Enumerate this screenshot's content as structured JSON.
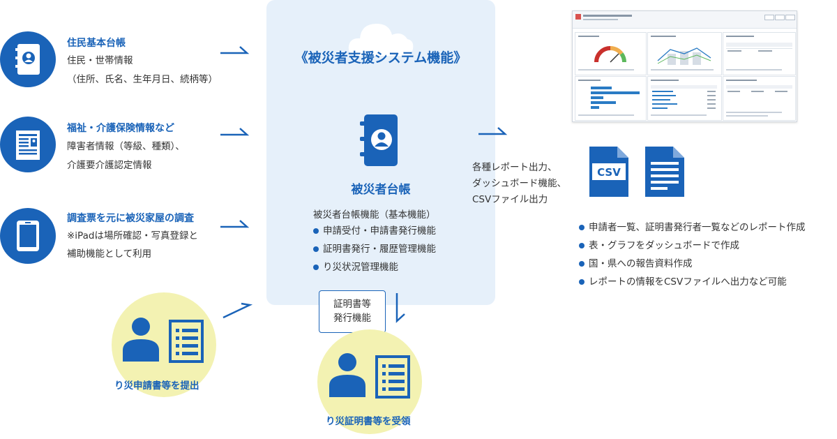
{
  "sources": [
    {
      "icon": "address-book-icon",
      "title": "住民基本台帳",
      "lines": [
        "住民・世帯情報",
        "（住所、氏名、生年月日、続柄等）"
      ]
    },
    {
      "icon": "document-profile-icon",
      "title": "福祉・介護保険情報など",
      "lines": [
        "障害者情報（等級、種類）、",
        "介護要介護認定情報"
      ]
    },
    {
      "icon": "tablet-icon",
      "title": "調査票を元に被災家屋の調査",
      "lines": [
        "※iPadは場所確認・写真登録と",
        "補助機能として利用"
      ]
    }
  ],
  "center": {
    "cloud_title": "《被災者支援システム機能》",
    "ledger_label": "被災者台帳",
    "functions_heading": "被災者台帳機能（基本機能）",
    "functions": [
      "申請受付・申請書発行機能",
      "証明書発行・履歴管理機能",
      "り災状況管理機能"
    ]
  },
  "certificate_box": [
    "証明書等",
    "発行機能"
  ],
  "applicant": {
    "label": "り災申請書等を提出"
  },
  "recipient": {
    "label": "り災証明書等を受領"
  },
  "report": {
    "lines": [
      "各種レポート出力、",
      "ダッシュボード機能、",
      "CSVファイル出力"
    ],
    "csv_label": "CSV",
    "bullets": [
      "申請者一覧、証明書発行者一覧などのレポート作成",
      "表・グラフをダッシュボードで作成",
      "国・県への報告資料作成",
      "レポートの情報をCSVファイルへ出力など可能"
    ]
  },
  "colors": {
    "primary": "#1a63b8",
    "panel": "#e6f0fa",
    "person_circle": "#f3f2b2"
  }
}
